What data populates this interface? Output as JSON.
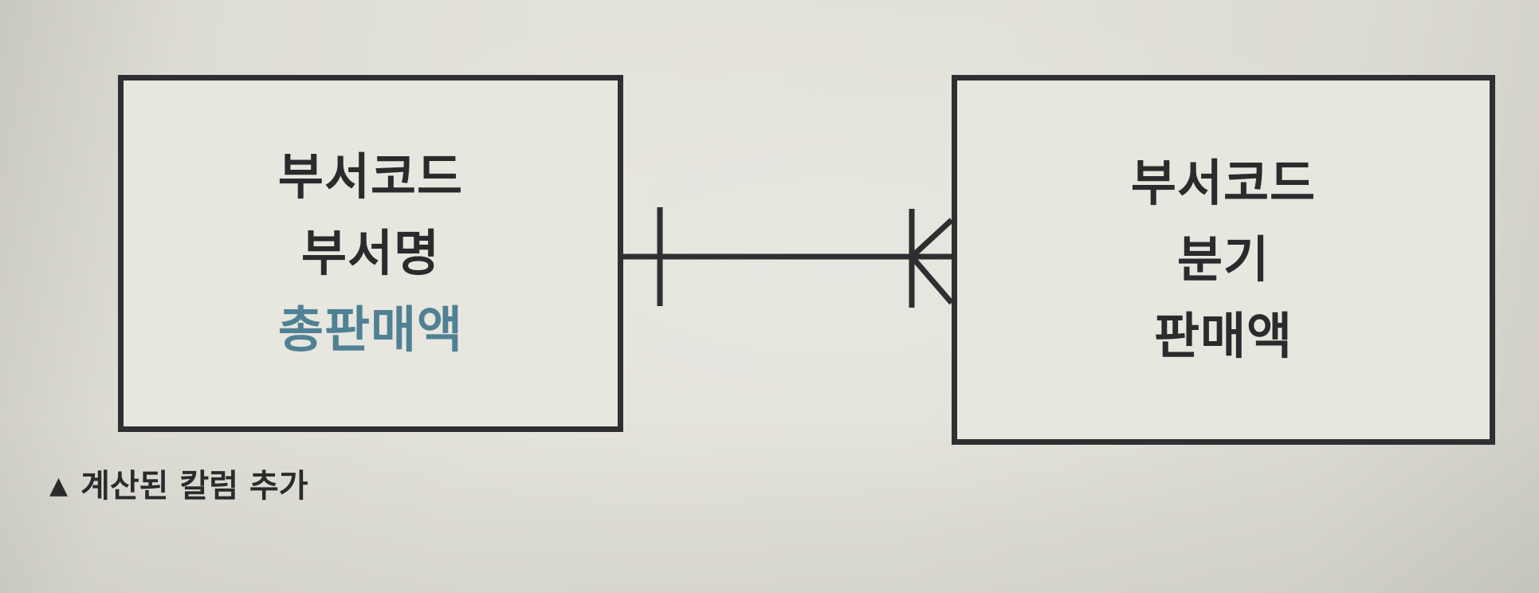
{
  "diagram": {
    "left_entity": {
      "attributes": [
        {
          "text": "부서코드",
          "calculated": false
        },
        {
          "text": "부서명",
          "calculated": false
        },
        {
          "text": "총판매액",
          "calculated": true
        }
      ]
    },
    "right_entity": {
      "attributes": [
        {
          "text": "부서코드",
          "calculated": false
        },
        {
          "text": "분기",
          "calculated": false
        },
        {
          "text": "판매액",
          "calculated": false
        }
      ]
    },
    "relationship": {
      "left_end": "one",
      "right_end": "many"
    },
    "colors": {
      "line": "#2f2f31",
      "calculated_attribute": "#4f8194"
    }
  },
  "caption": {
    "marker": "▲",
    "text": "계산된 칼럼 추가"
  }
}
